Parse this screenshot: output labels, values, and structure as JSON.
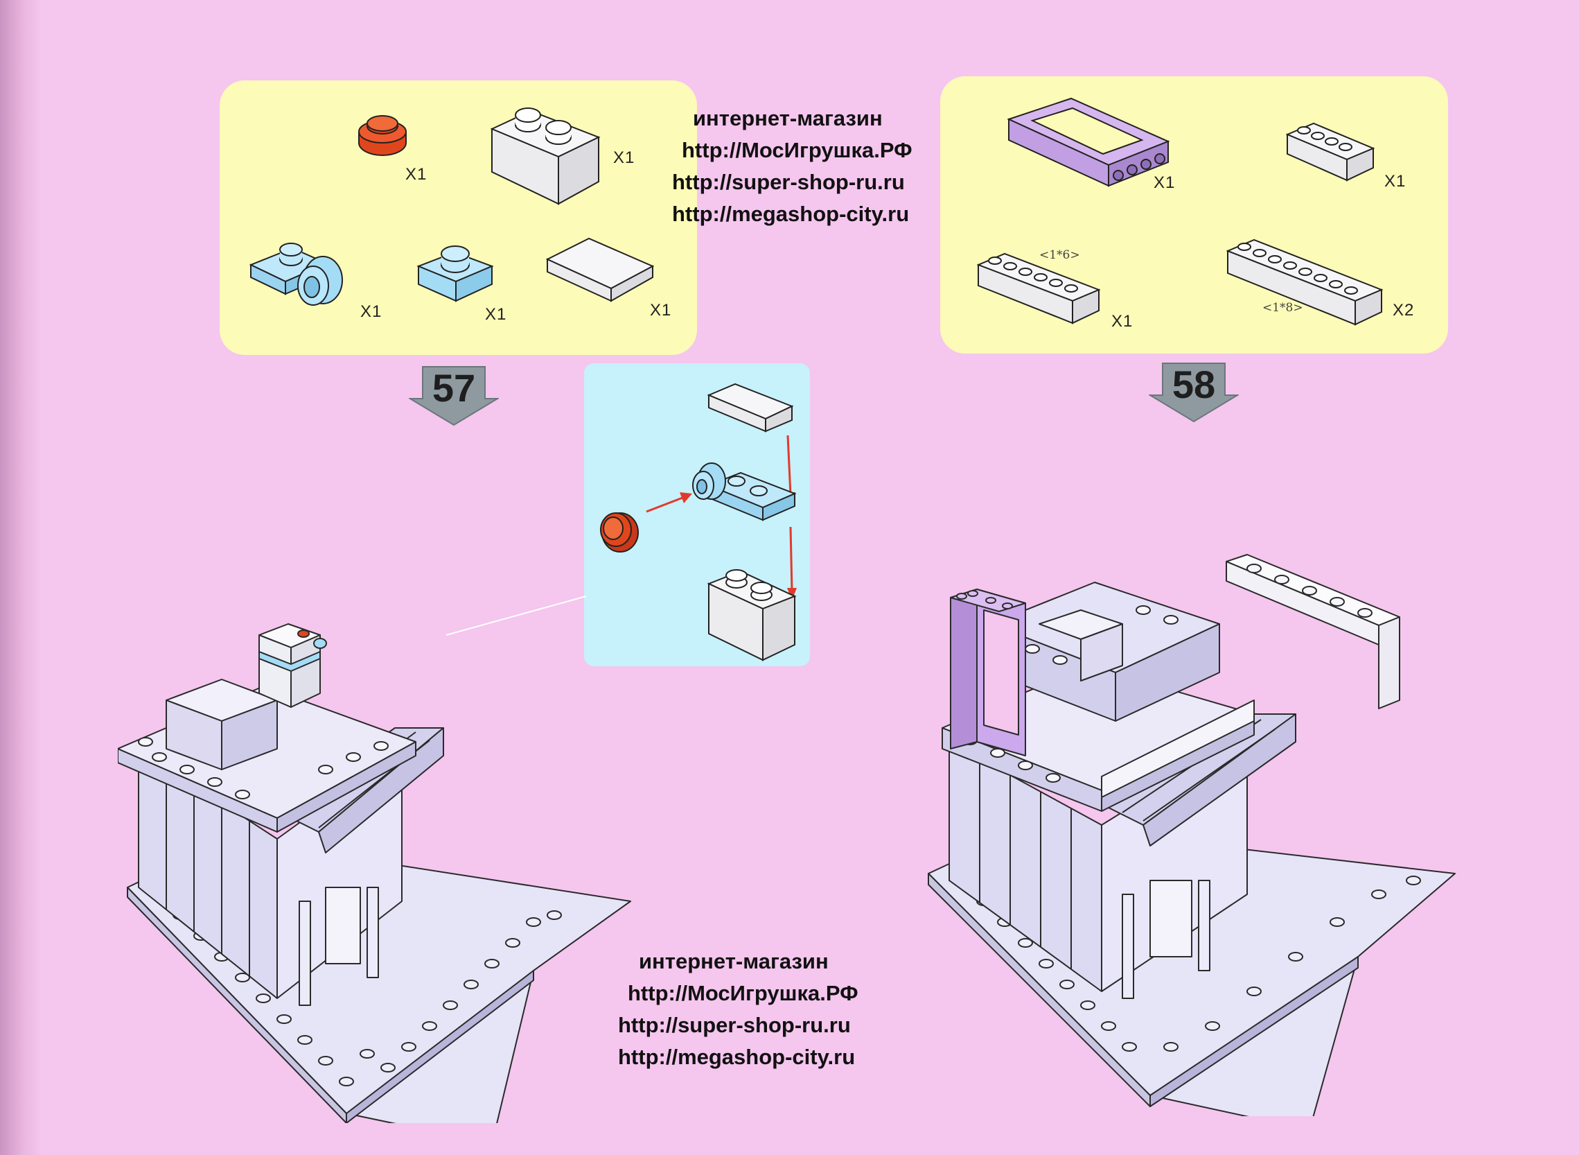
{
  "colors": {
    "page": "#f5c6ee",
    "parts_panel": "#fdfbb8",
    "callout": "#c7f1fb",
    "brick_red": "#e0461c",
    "brick_blue": "#a4dcf6",
    "brick_lilac": "#c9a2e6",
    "brick_white": "#f4f2f6",
    "model": "#e6e4f7",
    "arrow": "#e23a2a"
  },
  "steps": [
    {
      "number": "57",
      "parts": [
        {
          "icon": "red-round-plate-icon",
          "qty": "X1"
        },
        {
          "icon": "white-brick-1x2-icon",
          "qty": "X1"
        },
        {
          "icon": "blue-clip-plate-icon",
          "qty": "X1"
        },
        {
          "icon": "blue-plate-1x1-icon",
          "qty": "X1"
        },
        {
          "icon": "white-tile-1x2-icon",
          "qty": "X1"
        }
      ]
    },
    {
      "number": "58",
      "parts": [
        {
          "icon": "lilac-window-frame-icon",
          "qty": "X1"
        },
        {
          "icon": "white-brick-1x4-icon",
          "qty": "X1"
        },
        {
          "icon": "white-brick-1x6-icon",
          "qty": "X1",
          "size": "<1*6>"
        },
        {
          "icon": "white-brick-1x8-icon",
          "qty": "X2",
          "size": "<1*8>"
        }
      ]
    }
  ],
  "watermark": {
    "line1": "интернет-магазин",
    "line2": "http://МосИгрушка.РФ",
    "line3": "http://super-shop-ru.ru",
    "line4": "http://megashop-city.ru"
  }
}
